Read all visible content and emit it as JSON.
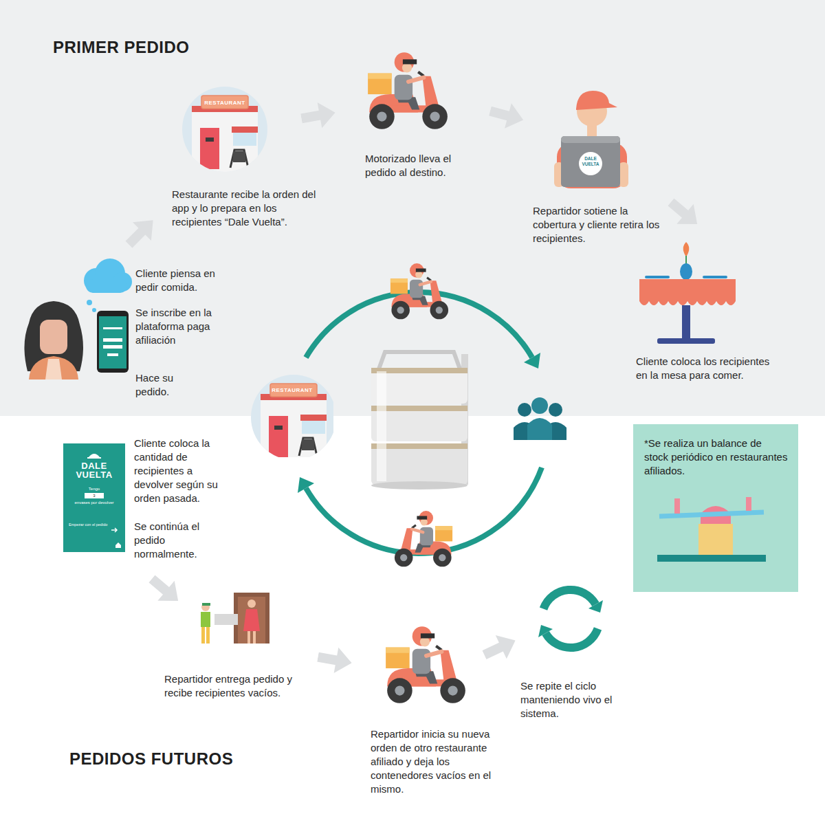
{
  "diagram": {
    "nodes": [
      {
        "text": [
          "RESTAURANT"
        ]
      },
      {
        "text": [
          "DALE VUELTA"
        ]
      },
      {
        "text": [
          "RESTAURANT"
        ]
      },
      {
        "text": [
          "*Se realiza un balance de stock periódico en restaurantes afiliados."
        ]
      },
      {
        "text": [
          "DALE VUELTA",
          "Tengo",
          "3",
          "envases por devolver",
          "Empezar con el pedido"
        ]
      }
    ],
    "labels": [
      "PRIMER PEDIDO",
      "Restaurante recibe la orden del app y lo prepara en los recipientes “Dale Vuelta”.",
      "Motorizado lleva el pedido al destino.",
      "Repartidor sotiene la cobertura y cliente retira los recipientes.",
      "Cliente piensa en pedir comida.",
      "Se inscribe en la plataforma paga afiliación",
      "Hace su pedido.",
      "Cliente coloca los recipientes en la mesa para comer.",
      "Cliente coloca la cantidad de recipientes a devolver según su orden pasada.",
      "Se continúa el pedido normalmente.",
      "Repartidor entrega pedido y recibe recipientes vacíos.",
      "Se repite el ciclo manteniendo vivo el sistema.",
      "Repartidor inicia su nueva orden de otro restaurante afiliado y deja los contenedores vacíos en el mismo.",
      "PEDIDOS FUTUROS"
    ]
  }
}
